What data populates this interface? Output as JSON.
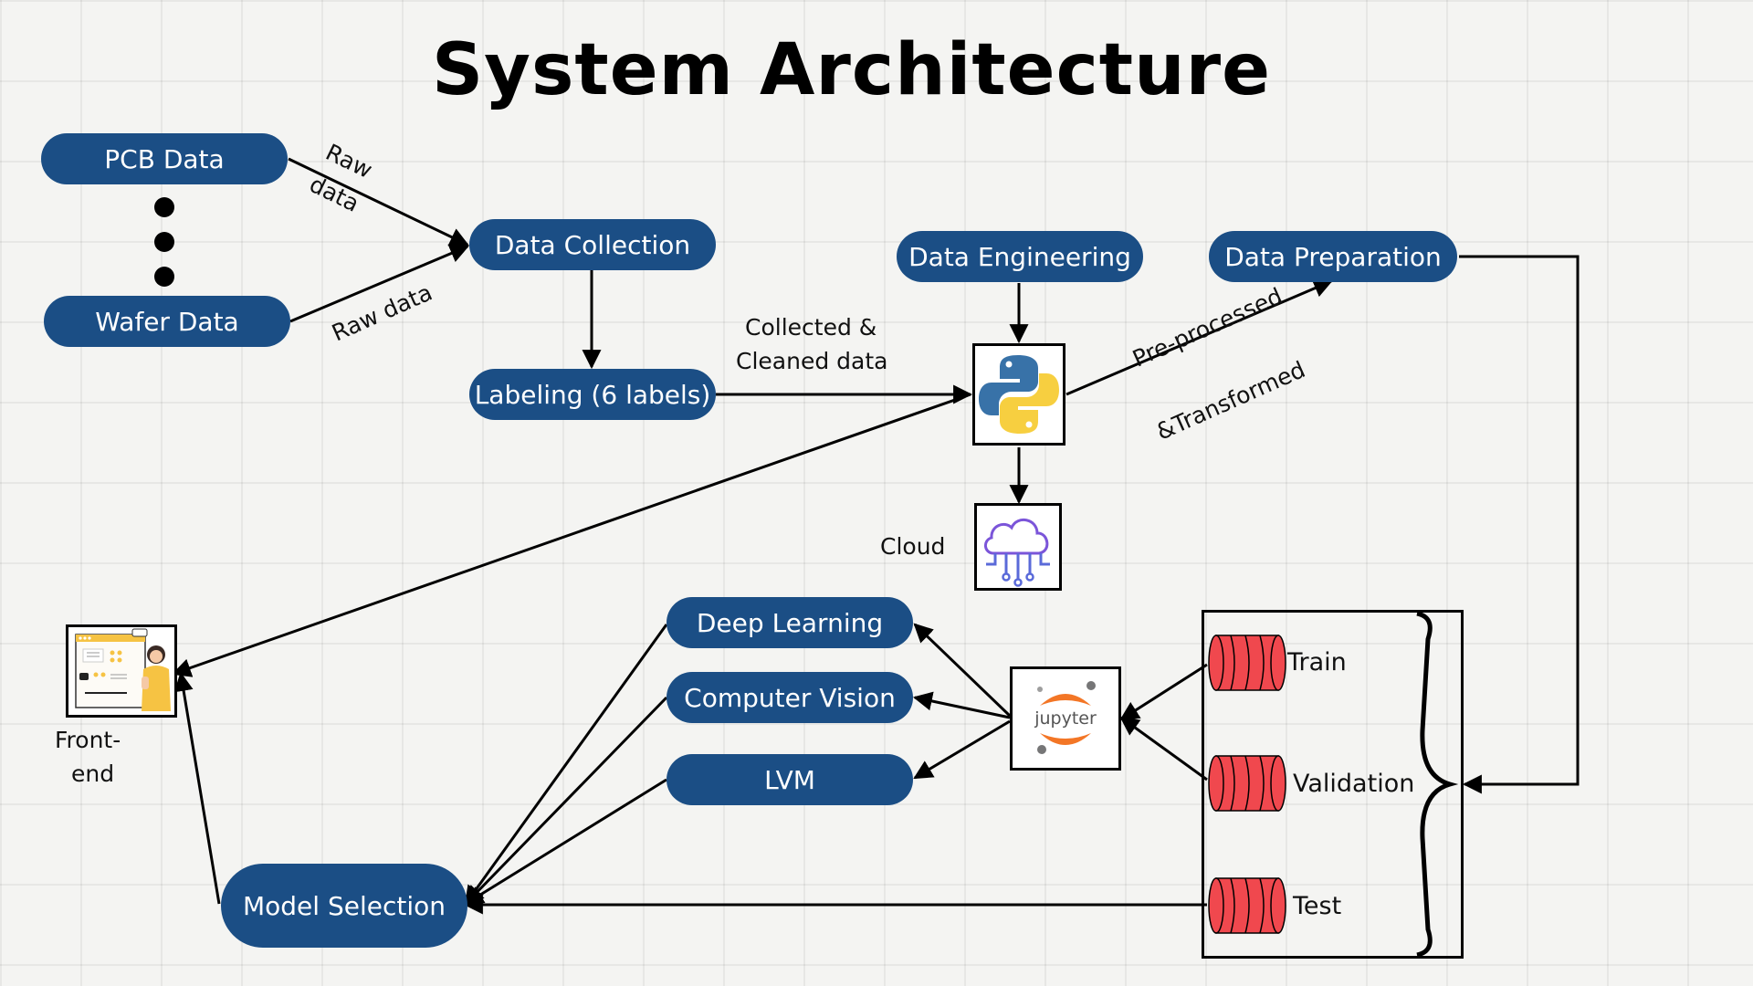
{
  "title": "System Architecture",
  "nodes": {
    "pcb": "PCB Data",
    "wafer": "Wafer Data",
    "collection": "Data Collection",
    "labeling": "Labeling (6 labels)",
    "engineering": "Data Engineering",
    "preparation": "Data Preparation",
    "deep_learning": "Deep Learning",
    "computer_vision": "Computer Vision",
    "lvm": "LVM",
    "model_selection": "Model Selection"
  },
  "edge_labels": {
    "raw_top_1": "Raw",
    "raw_top_2": "data",
    "raw_bottom": "Raw data",
    "collected_1": "Collected &",
    "collected_2": "Cleaned data",
    "preprocessed_1": "Pre-processed",
    "preprocessed_2": "&Transformed"
  },
  "cloud_label": "Cloud",
  "frontend_1": "Front-",
  "frontend_2": "end",
  "datasets": {
    "train": "Train",
    "validation": "Validation",
    "test": "Test"
  },
  "jupyter_text": "jupyter",
  "colors": {
    "pill": "#1b4e85",
    "dataset": "#f0484e",
    "python_blue": "#3872a8",
    "python_yellow": "#f7cf40",
    "jupyter_orange": "#f37626",
    "cloud_purple": "#7b55d9"
  }
}
